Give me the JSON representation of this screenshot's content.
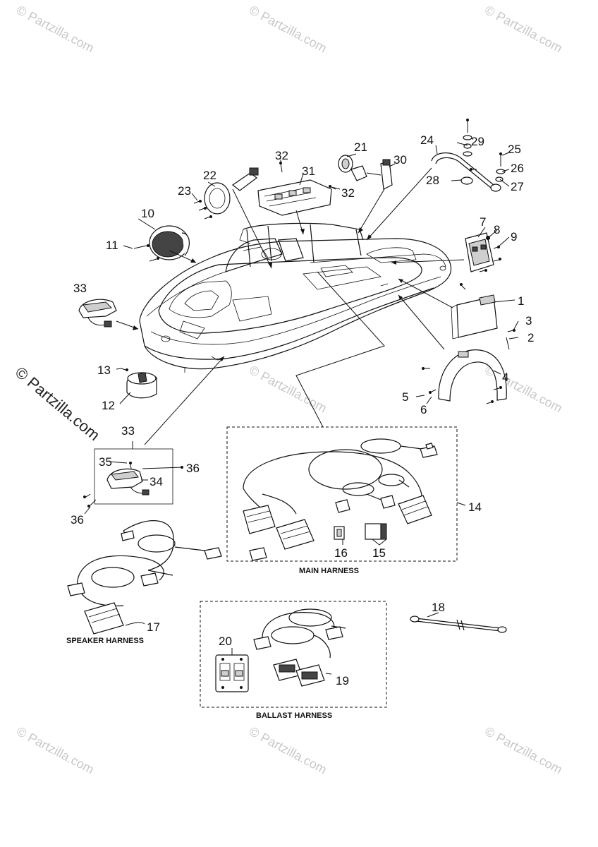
{
  "watermarks": {
    "text": "© Partzilla.com"
  },
  "callouts": [
    "1",
    "2",
    "3",
    "4",
    "5",
    "6",
    "7",
    "8",
    "9",
    "10",
    "11",
    "12",
    "13",
    "14",
    "15",
    "16",
    "17",
    "18",
    "19",
    "20",
    "21",
    "22",
    "23",
    "24",
    "25",
    "26",
    "27",
    "28",
    "29",
    "30",
    "31",
    "32",
    "32",
    "33",
    "33",
    "34",
    "35",
    "36",
    "36"
  ],
  "sections": {
    "main_harness": "MAIN HARNESS",
    "speaker_harness": "SPEAKER HARNESS",
    "ballast_harness": "BALLAST HARNESS"
  }
}
